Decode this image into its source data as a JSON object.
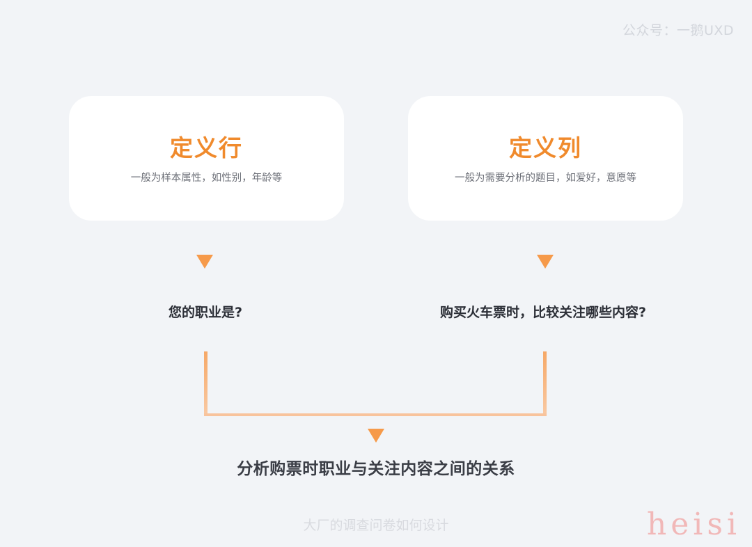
{
  "watermark_top": "公众号：一鹅UXD",
  "cards": [
    {
      "title": "定义行",
      "description": "一般为样本属性，如性别，年龄等"
    },
    {
      "title": "定义列",
      "description": "一般为需要分析的题目，如爱好，意愿等"
    }
  ],
  "questions": [
    "您的职业是?",
    "购买火车票时，比较关注哪些内容?"
  ],
  "conclusion": "分析购票时职业与关注内容之间的关系",
  "caption": "大厂的调查问卷如何设计",
  "signature": "heisi",
  "colors": {
    "accent": "#f08a2c",
    "arrow": "#f69a4a",
    "background": "#f2f4f7",
    "card": "#ffffff"
  }
}
